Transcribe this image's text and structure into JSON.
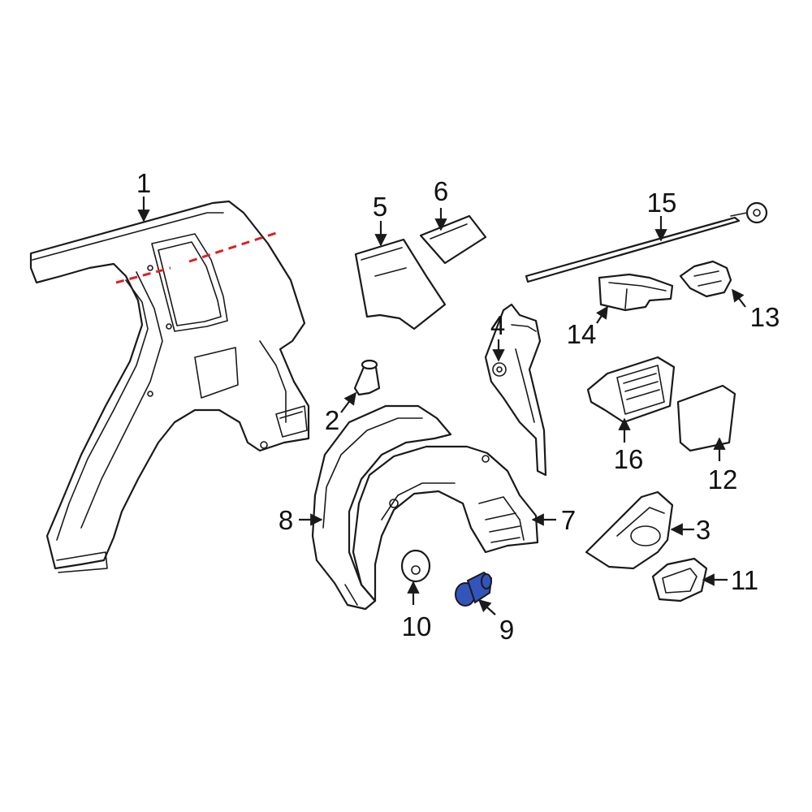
{
  "colors": {
    "line": "#1a1a1a",
    "highlight": "#3355bb",
    "cut_line": "#e02020"
  },
  "callouts": {
    "c1": "1",
    "c2": "2",
    "c3": "3",
    "c4": "4",
    "c5": "5",
    "c6": "6",
    "c7": "7",
    "c8": "8",
    "c9": "9",
    "c10": "10",
    "c11": "11",
    "c12": "12",
    "c13": "13",
    "c14": "14",
    "c15": "15",
    "c16": "16"
  },
  "highlighted_part": "9"
}
